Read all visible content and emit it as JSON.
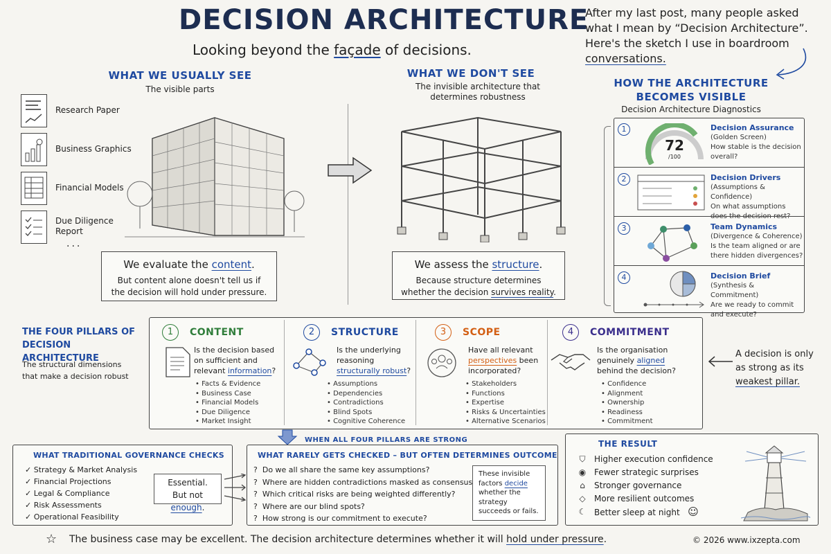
{
  "header": {
    "title": "DECISION ARCHITECTURE",
    "subtitle_pre": "Looking beyond the ",
    "subtitle_em": "façade",
    "subtitle_post": " of decisions.",
    "intro_1": "After my last post, many people asked what I mean by “Decision Architecture”. Here's the sketch I use in boardroom ",
    "intro_em": "conversations."
  },
  "usually": {
    "heading": "WHAT WE USUALLY SEE",
    "sub": "The visible parts",
    "items": [
      "Research Paper",
      "Business Graphics",
      "Financial Models",
      "Due Diligence Report"
    ],
    "ellipsis": "...",
    "box_main_pre": "We evaluate the ",
    "box_main_em": "content",
    "box_main_post": ".",
    "box_sub": "But content alone doesn't tell us if the decision will hold under pressure."
  },
  "dont_see": {
    "heading": "WHAT WE DON'T SEE",
    "sub": "The invisible architecture that determines robustness",
    "box_main_pre": "We assess the ",
    "box_main_em": "structure",
    "box_main_post": ".",
    "box_sub_pre": "Because structure determines whether the decision ",
    "box_sub_em": "survives reality",
    "box_sub_post": "."
  },
  "visible": {
    "heading_1": "HOW THE ARCHITECTURE",
    "heading_2": "BECOMES VISIBLE",
    "sub": "Decision Architecture Diagnostics",
    "diagnostics": [
      {
        "num": "1",
        "title": "Decision Assurance",
        "sub": "(Golden Screen)",
        "q": "How stable is the decision overall?"
      },
      {
        "num": "2",
        "title": "Decision Drivers",
        "sub": "(Assumptions & Confidence)",
        "q": "On what assumptions does the decision rest?"
      },
      {
        "num": "3",
        "title": "Team Dynamics",
        "sub": "(Divergence & Coherence)",
        "q": "Is the team aligned or are there hidden divergences?"
      },
      {
        "num": "4",
        "title": "Decision Brief",
        "sub": "(Synthesis & Commitment)",
        "q": "Are we ready to commit and execute?"
      }
    ],
    "gauge_value": "72",
    "gauge_max": "/100",
    "gauge_fraction": 0.72
  },
  "pillars_intro": {
    "heading": "THE FOUR PILLARS OF DECISION ARCHITECTURE",
    "sub": "The structural dimensions that make a decision robust"
  },
  "pillars": [
    {
      "num": "1",
      "name": "CONTENT",
      "q_pre": "Is the decision based on sufficient and relevant ",
      "q_em": "information",
      "q_post": "?",
      "items": [
        "Facts & Evidence",
        "Business Case",
        "Financial Models",
        "Due Diligence",
        "Market Insight"
      ]
    },
    {
      "num": "2",
      "name": "STRUCTURE",
      "q_pre": "Is the underlying reasoning ",
      "q_em": "structurally robust",
      "q_post": "?",
      "items": [
        "Assumptions",
        "Dependencies",
        "Contradictions",
        "Blind Spots",
        "Cognitive Coherence"
      ]
    },
    {
      "num": "3",
      "name": "SCOPE",
      "q_pre": "Have all relevant ",
      "q_em": "perspectives",
      "q_post": " been incorporated?",
      "items": [
        "Stakeholders",
        "Functions",
        "Expertise",
        "Risks & Uncertainties",
        "Alternative Scenarios"
      ]
    },
    {
      "num": "4",
      "name": "COMMITMENT",
      "q_pre": "Is the organisation genuinely ",
      "q_em": "aligned",
      "q_post": " behind the decision?",
      "items": [
        "Confidence",
        "Alignment",
        "Ownership",
        "Readiness",
        "Commitment"
      ]
    }
  ],
  "weakest": {
    "pre": "A decision is only as strong as its ",
    "em": "weakest pillar."
  },
  "bottom": {
    "strong_label": "WHEN ALL FOUR PILLARS ARE STRONG",
    "trad_heading": "WHAT TRADITIONAL GOVERNANCE CHECKS",
    "trad_items": [
      "Strategy & Market Analysis",
      "Financial Projections",
      "Legal & Compliance",
      "Risk Assessments",
      "Operational Feasibility"
    ],
    "essential_1": "Essential.",
    "essential_2_pre": "But not ",
    "essential_2_em": "enough",
    "essential_2_post": ".",
    "rarely_heading": "WHAT RARELY GETS CHECKED – BUT OFTEN DETERMINES OUTCOME",
    "rarely_items": [
      "Do we all share the same key assumptions?",
      "Where are hidden contradictions masked as consensus?",
      "Which critical risks are being weighted differently?",
      "Where are our blind spots?",
      "How strong is our commitment to execute?"
    ],
    "invisible_pre": "These invisible factors ",
    "invisible_em": "decide",
    "invisible_post": " whether the strategy succeeds or fails.",
    "result_heading": "THE RESULT",
    "result_items": [
      {
        "icon": "shield-icon",
        "text": "Higher execution confidence"
      },
      {
        "icon": "eye-icon",
        "text": "Fewer strategic surprises"
      },
      {
        "icon": "columns-icon",
        "text": "Stronger governance"
      },
      {
        "icon": "diamond-icon",
        "text": "More resilient outcomes"
      },
      {
        "icon": "moon-icon",
        "text": "Better sleep at night"
      }
    ],
    "smiley": "☺"
  },
  "footer": {
    "star": "☆",
    "text_pre": "The business case may be excellent.  The decision architecture determines whether it will ",
    "text_em": "hold under pressure",
    "text_post": ".",
    "copyright": "© 2026  www.ixzepta.com"
  }
}
